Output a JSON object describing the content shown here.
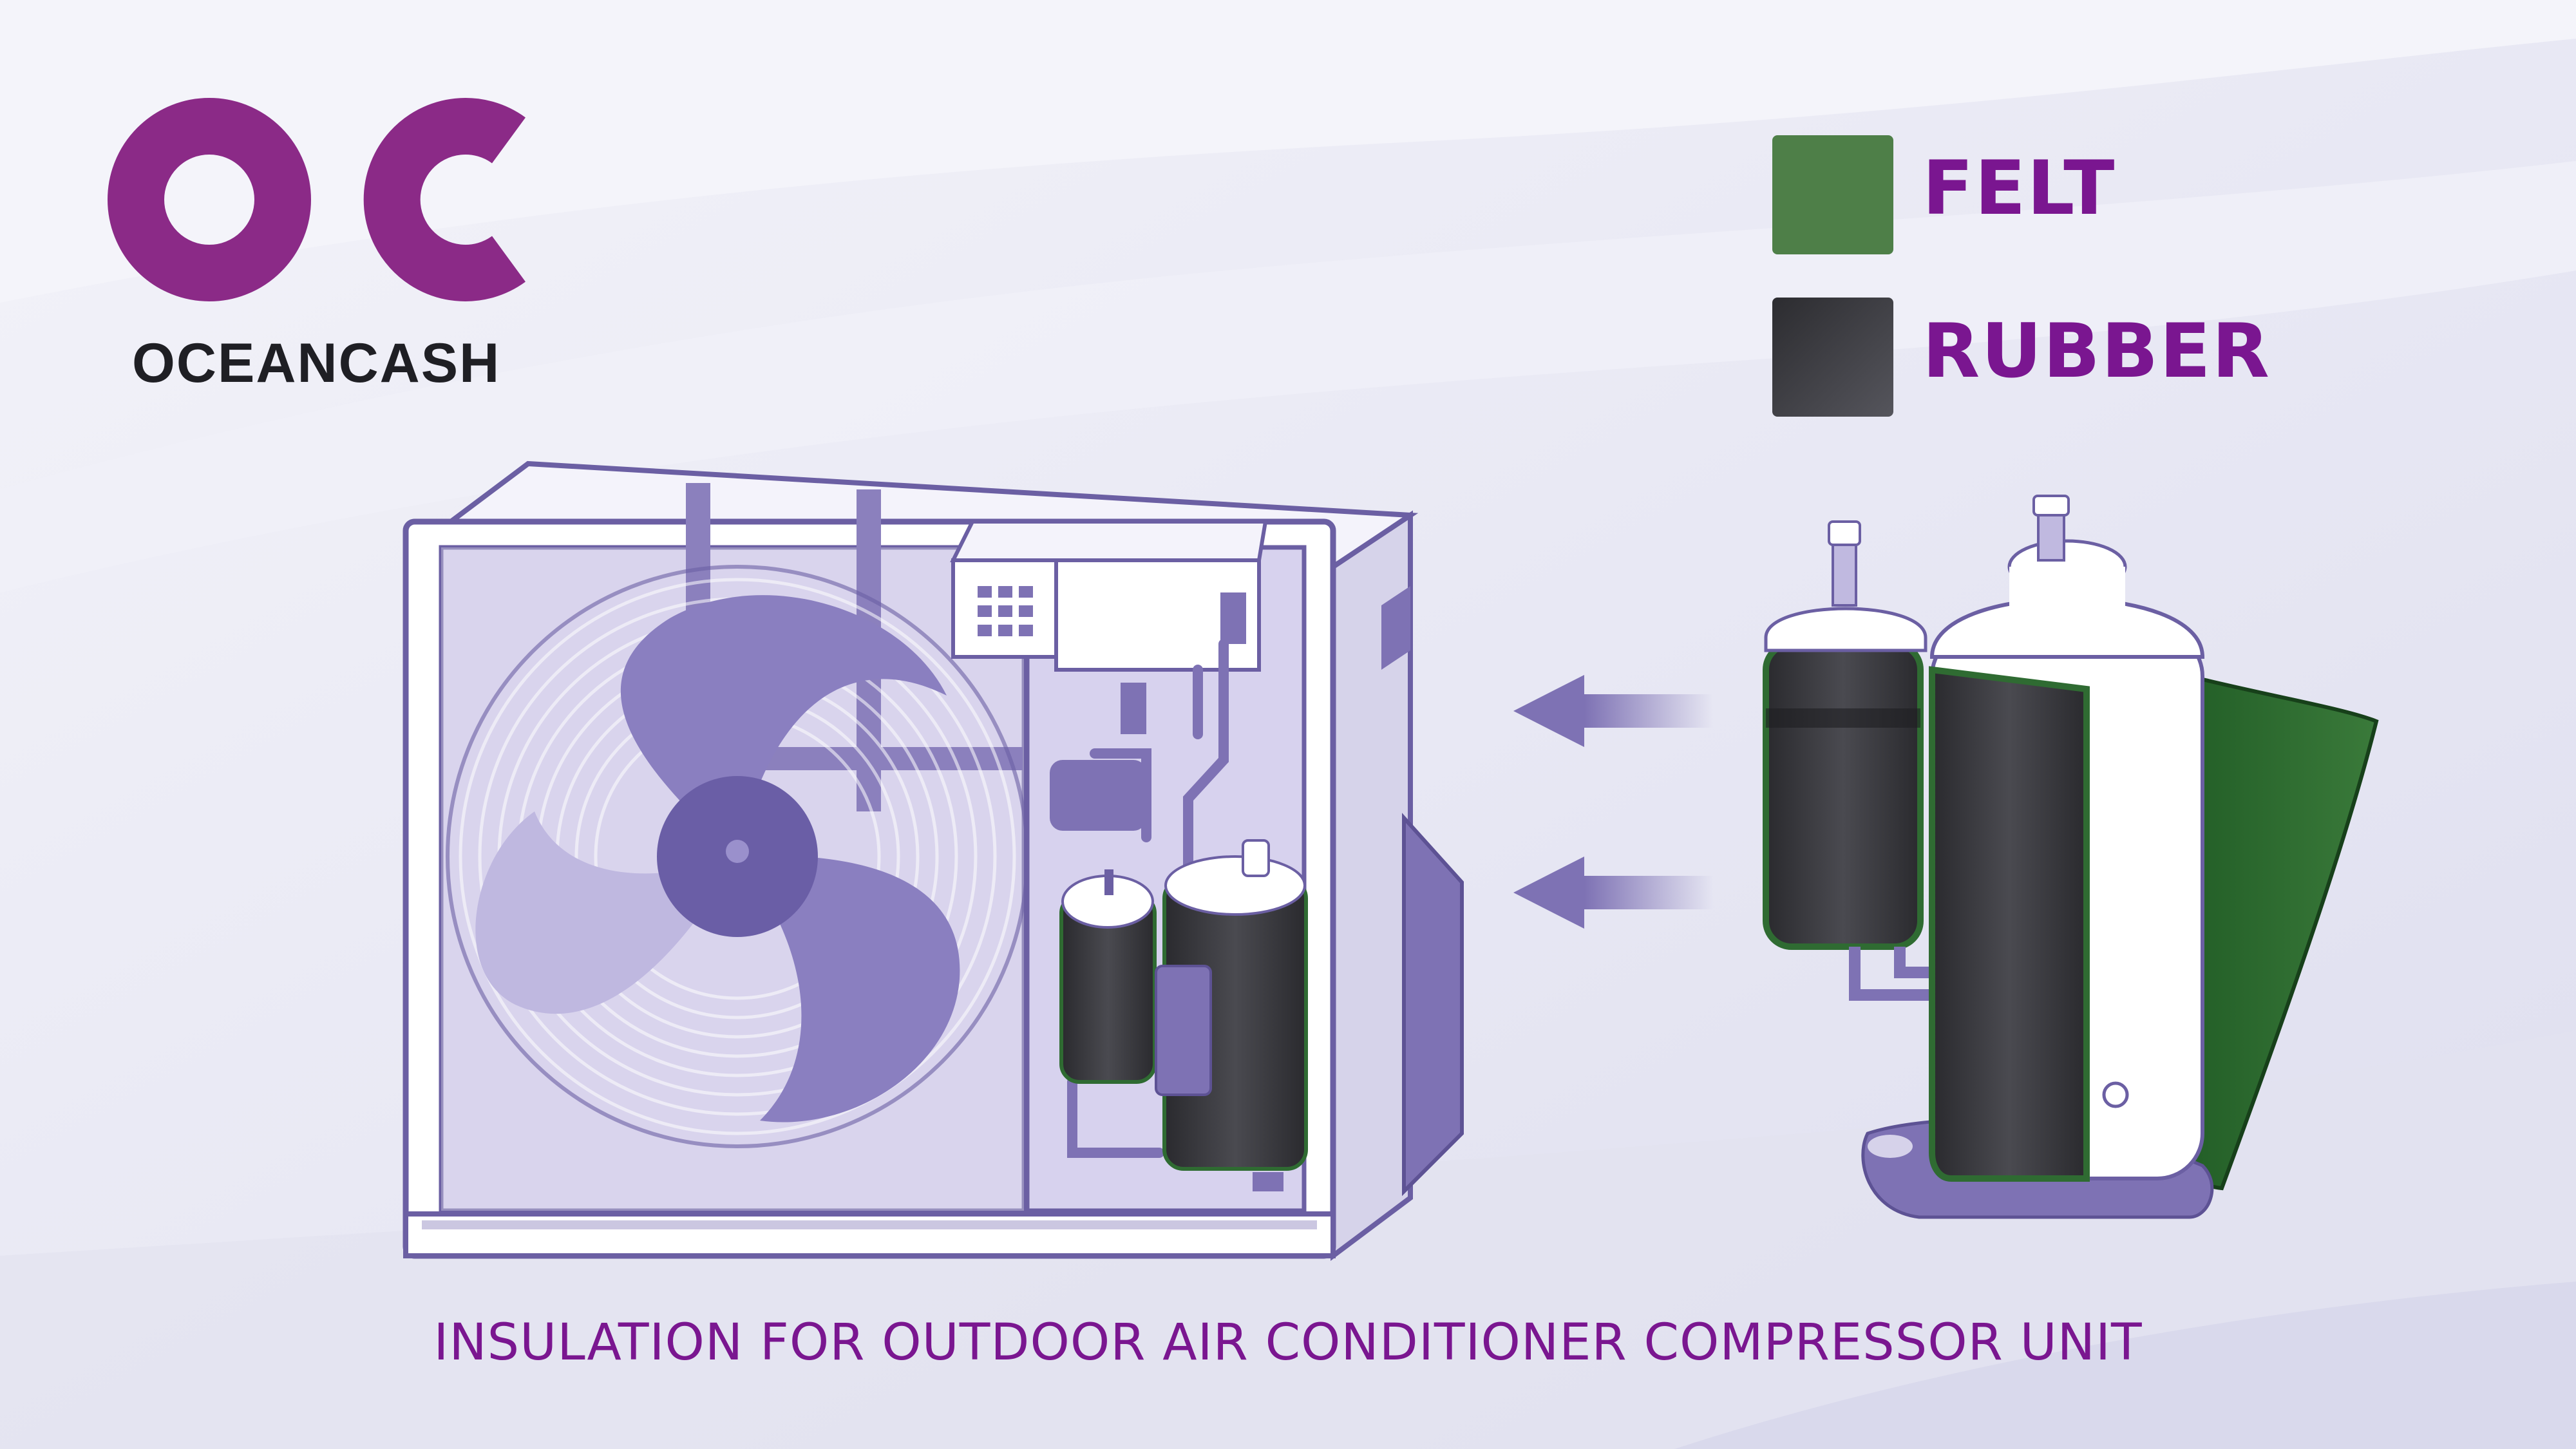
{
  "brand": {
    "monogram": "OC",
    "name": "OCEANCASH",
    "color": "#8b2a87"
  },
  "legend": {
    "items": [
      {
        "label": "FELT",
        "color": "#4e7f48"
      },
      {
        "label": "RUBBER",
        "color": "#3a3a3e"
      }
    ]
  },
  "caption": "INSULATION FOR OUTDOOR AIR CONDITIONER COMPRESSOR UNIT",
  "colors": {
    "accent_text": "#7a1690",
    "unit_purple": "#7e72b4",
    "felt_green": "#2f6b32",
    "rubber_gray": "#3a3a3e",
    "background": "#e9e9f4"
  },
  "icons": [
    "fan-icon",
    "compressor-icon",
    "left-arrow-icon",
    "control-panel-icon"
  ]
}
